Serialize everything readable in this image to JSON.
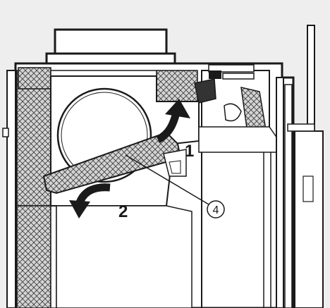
{
  "diagram": {
    "step_labels": {
      "step1": "1",
      "step2": "2"
    },
    "callout_label": "4",
    "colors": {
      "background": "#eeeeee",
      "frame": "#1a1a1a",
      "body_fill": "#ffffff",
      "insulation_fill": "#d2d2d2",
      "dark_part": "#333333"
    },
    "icons": [
      "curved-arrow-up-icon",
      "curved-arrow-down-left-icon"
    ]
  }
}
